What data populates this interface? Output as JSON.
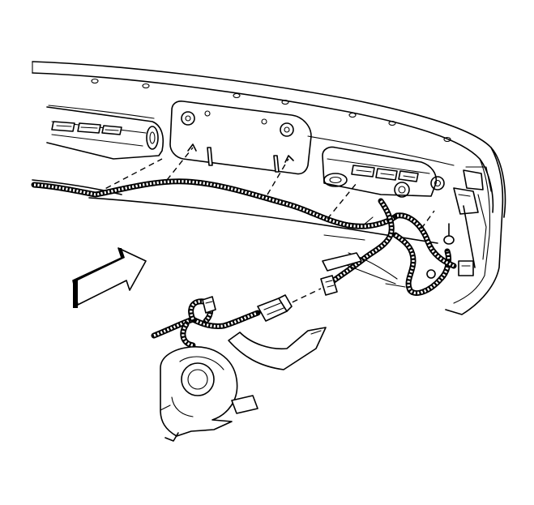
{
  "figure": {
    "callouts": [],
    "components": [
      {
        "name": "rear-bumper",
        "icon": "bumper-outline"
      },
      {
        "name": "license-plate-bracket",
        "icon": "bracket-plate"
      },
      {
        "name": "wiring-harness",
        "icon": "braided-harness"
      },
      {
        "name": "harness-connector",
        "icon": "electrical-connector"
      },
      {
        "name": "horn-assembly",
        "icon": "horn-snail"
      },
      {
        "name": "direction-arrow",
        "icon": "view-arrow"
      }
    ],
    "colors": {
      "line": "#000000",
      "background": "#ffffff"
    }
  }
}
